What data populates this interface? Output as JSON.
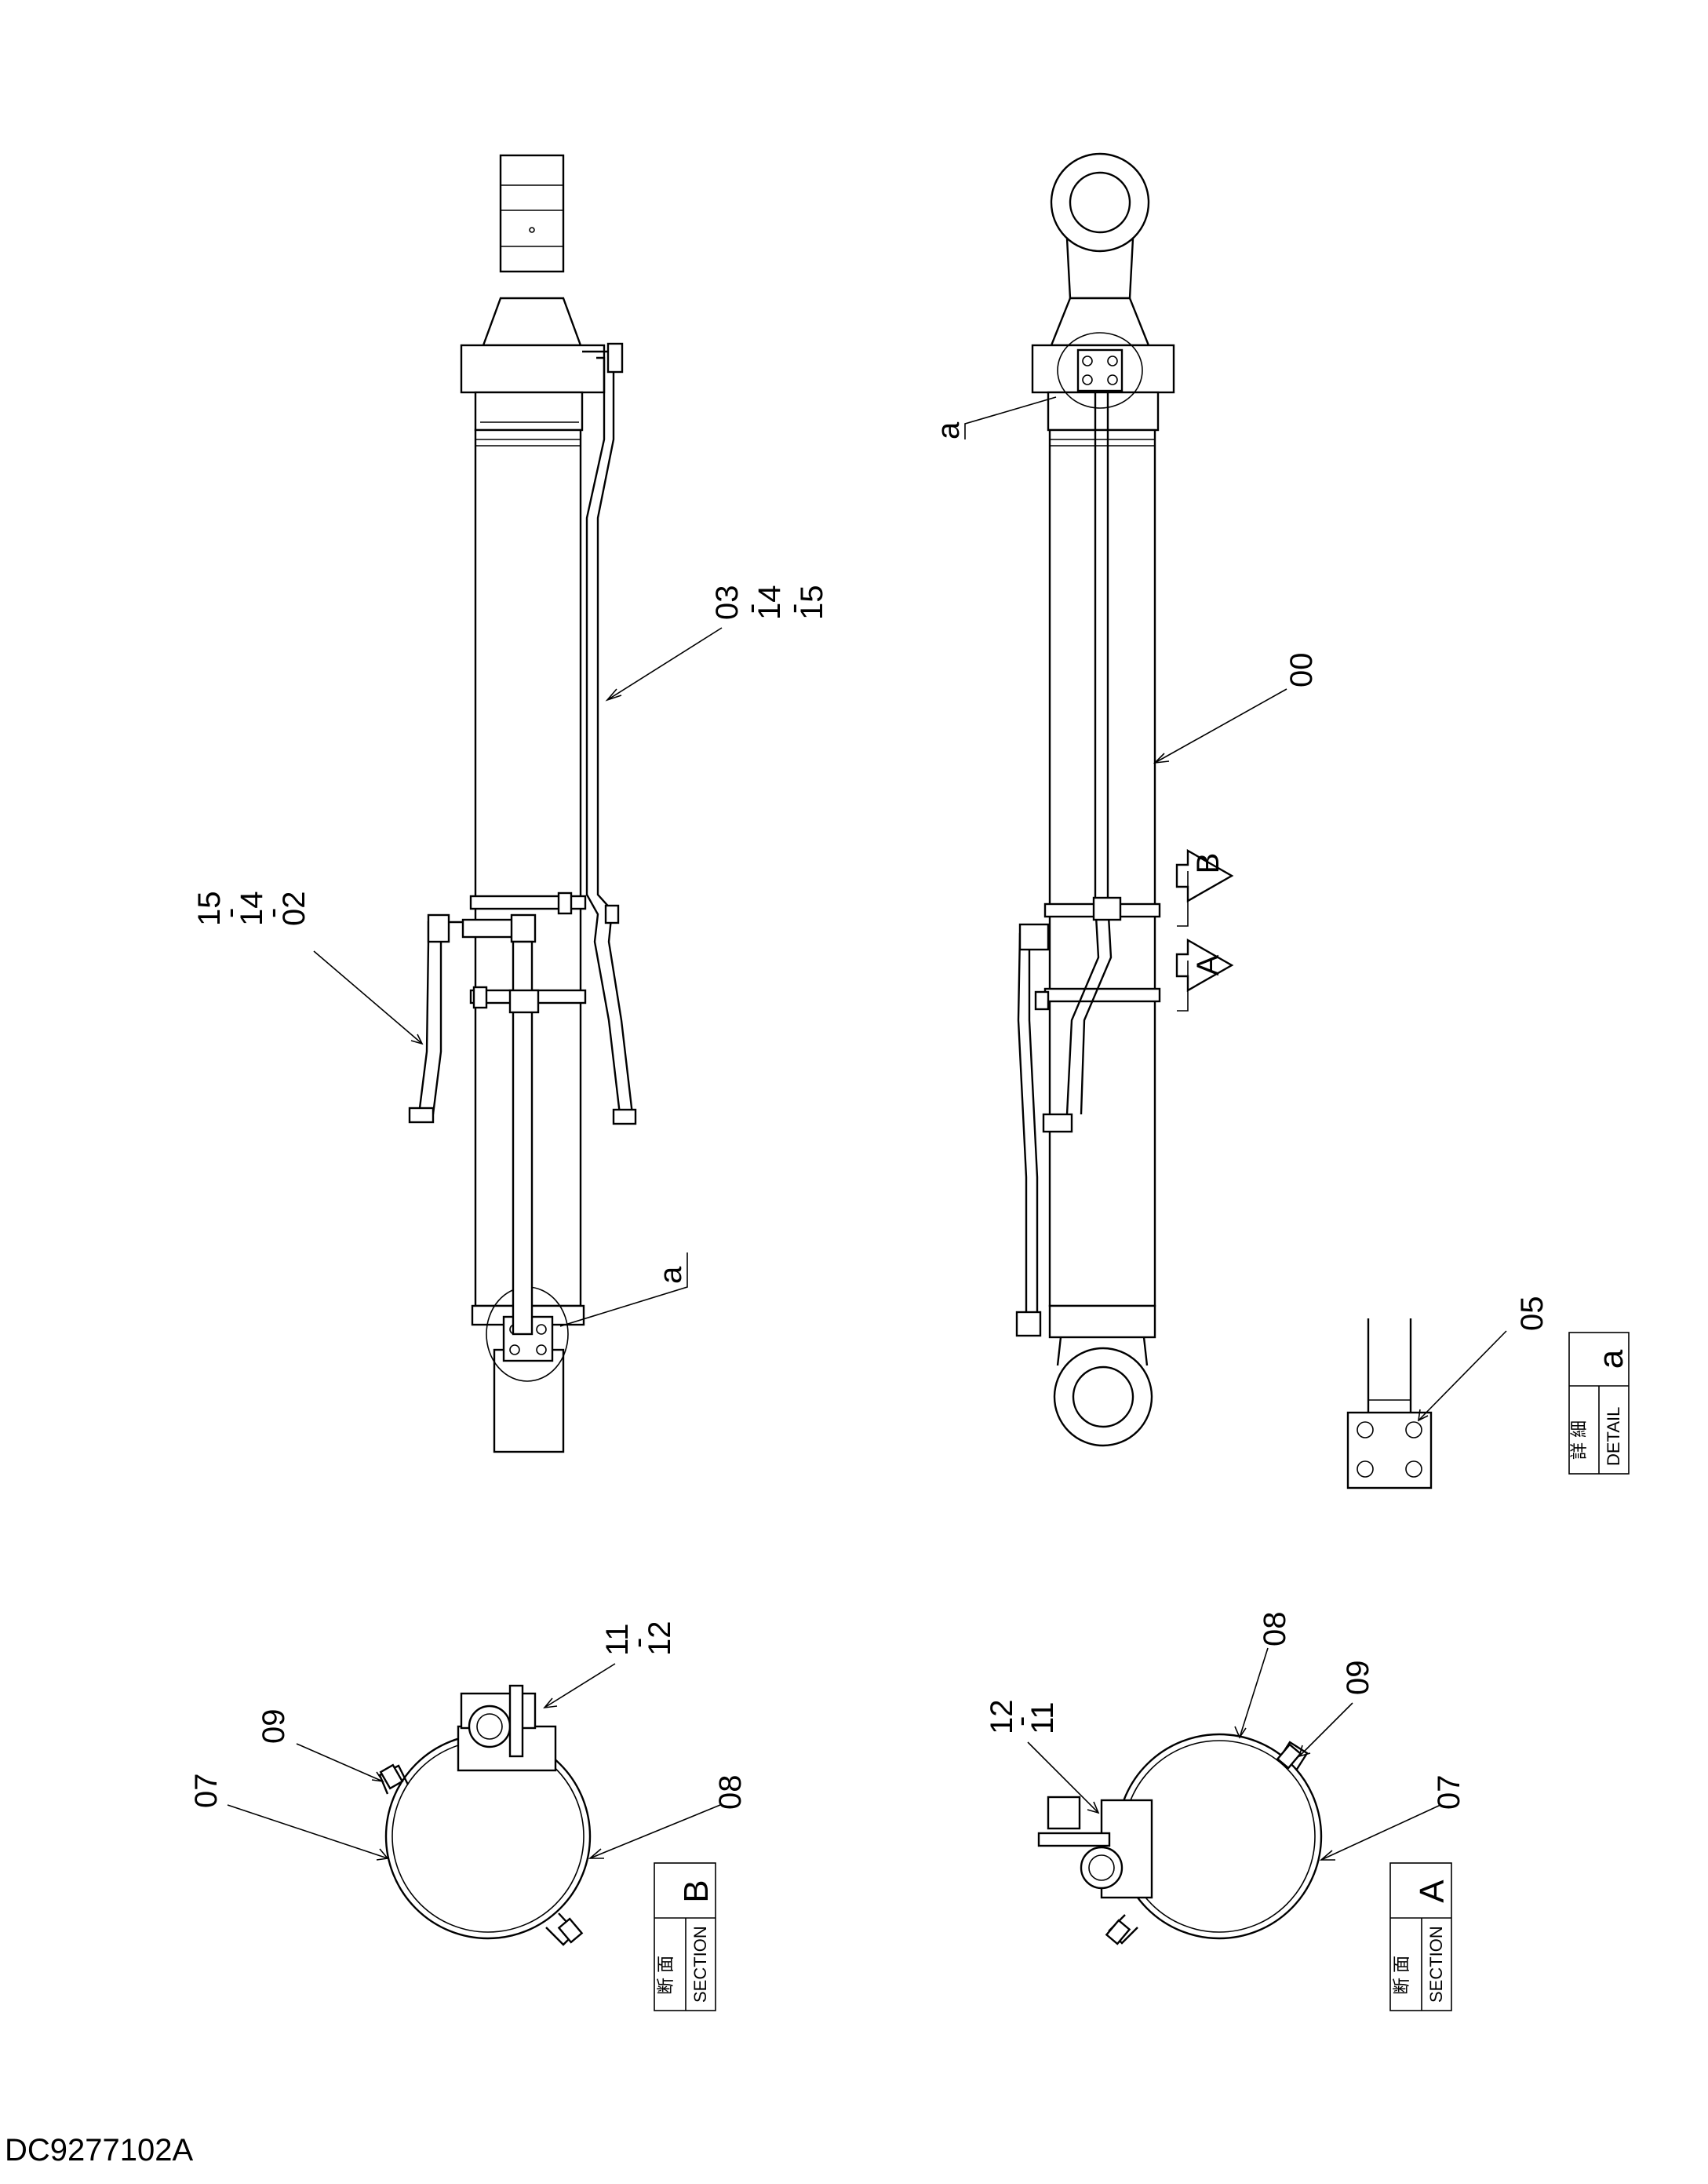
{
  "document_code": "DC9277102A",
  "callouts": {
    "left_tube_a": [
      "03",
      "14",
      "15"
    ],
    "left_tube_b": [
      "15",
      "14",
      "02"
    ],
    "cylinder": "00",
    "detail_marker": "a",
    "detail_part": "05",
    "section_a_clamp_bolt": [
      "12",
      "11"
    ],
    "section_a_band": "08",
    "section_a_bolt": "09",
    "section_a_clamp": "07",
    "section_b_clamp_bolt": [
      "11",
      "12"
    ],
    "section_b_bolt": "09",
    "section_b_clamp": "07",
    "section_b_band": "08"
  },
  "section_marks": {
    "b": "B",
    "a": "A"
  },
  "detail_box": {
    "jp": "詳 細",
    "en": "DETAIL",
    "letter": "a"
  },
  "section_box_a": {
    "jp": "断 面",
    "en": "SECTION",
    "letter": "A"
  },
  "section_box_b": {
    "jp": "断 面",
    "en": "SECTION",
    "letter": "B"
  }
}
